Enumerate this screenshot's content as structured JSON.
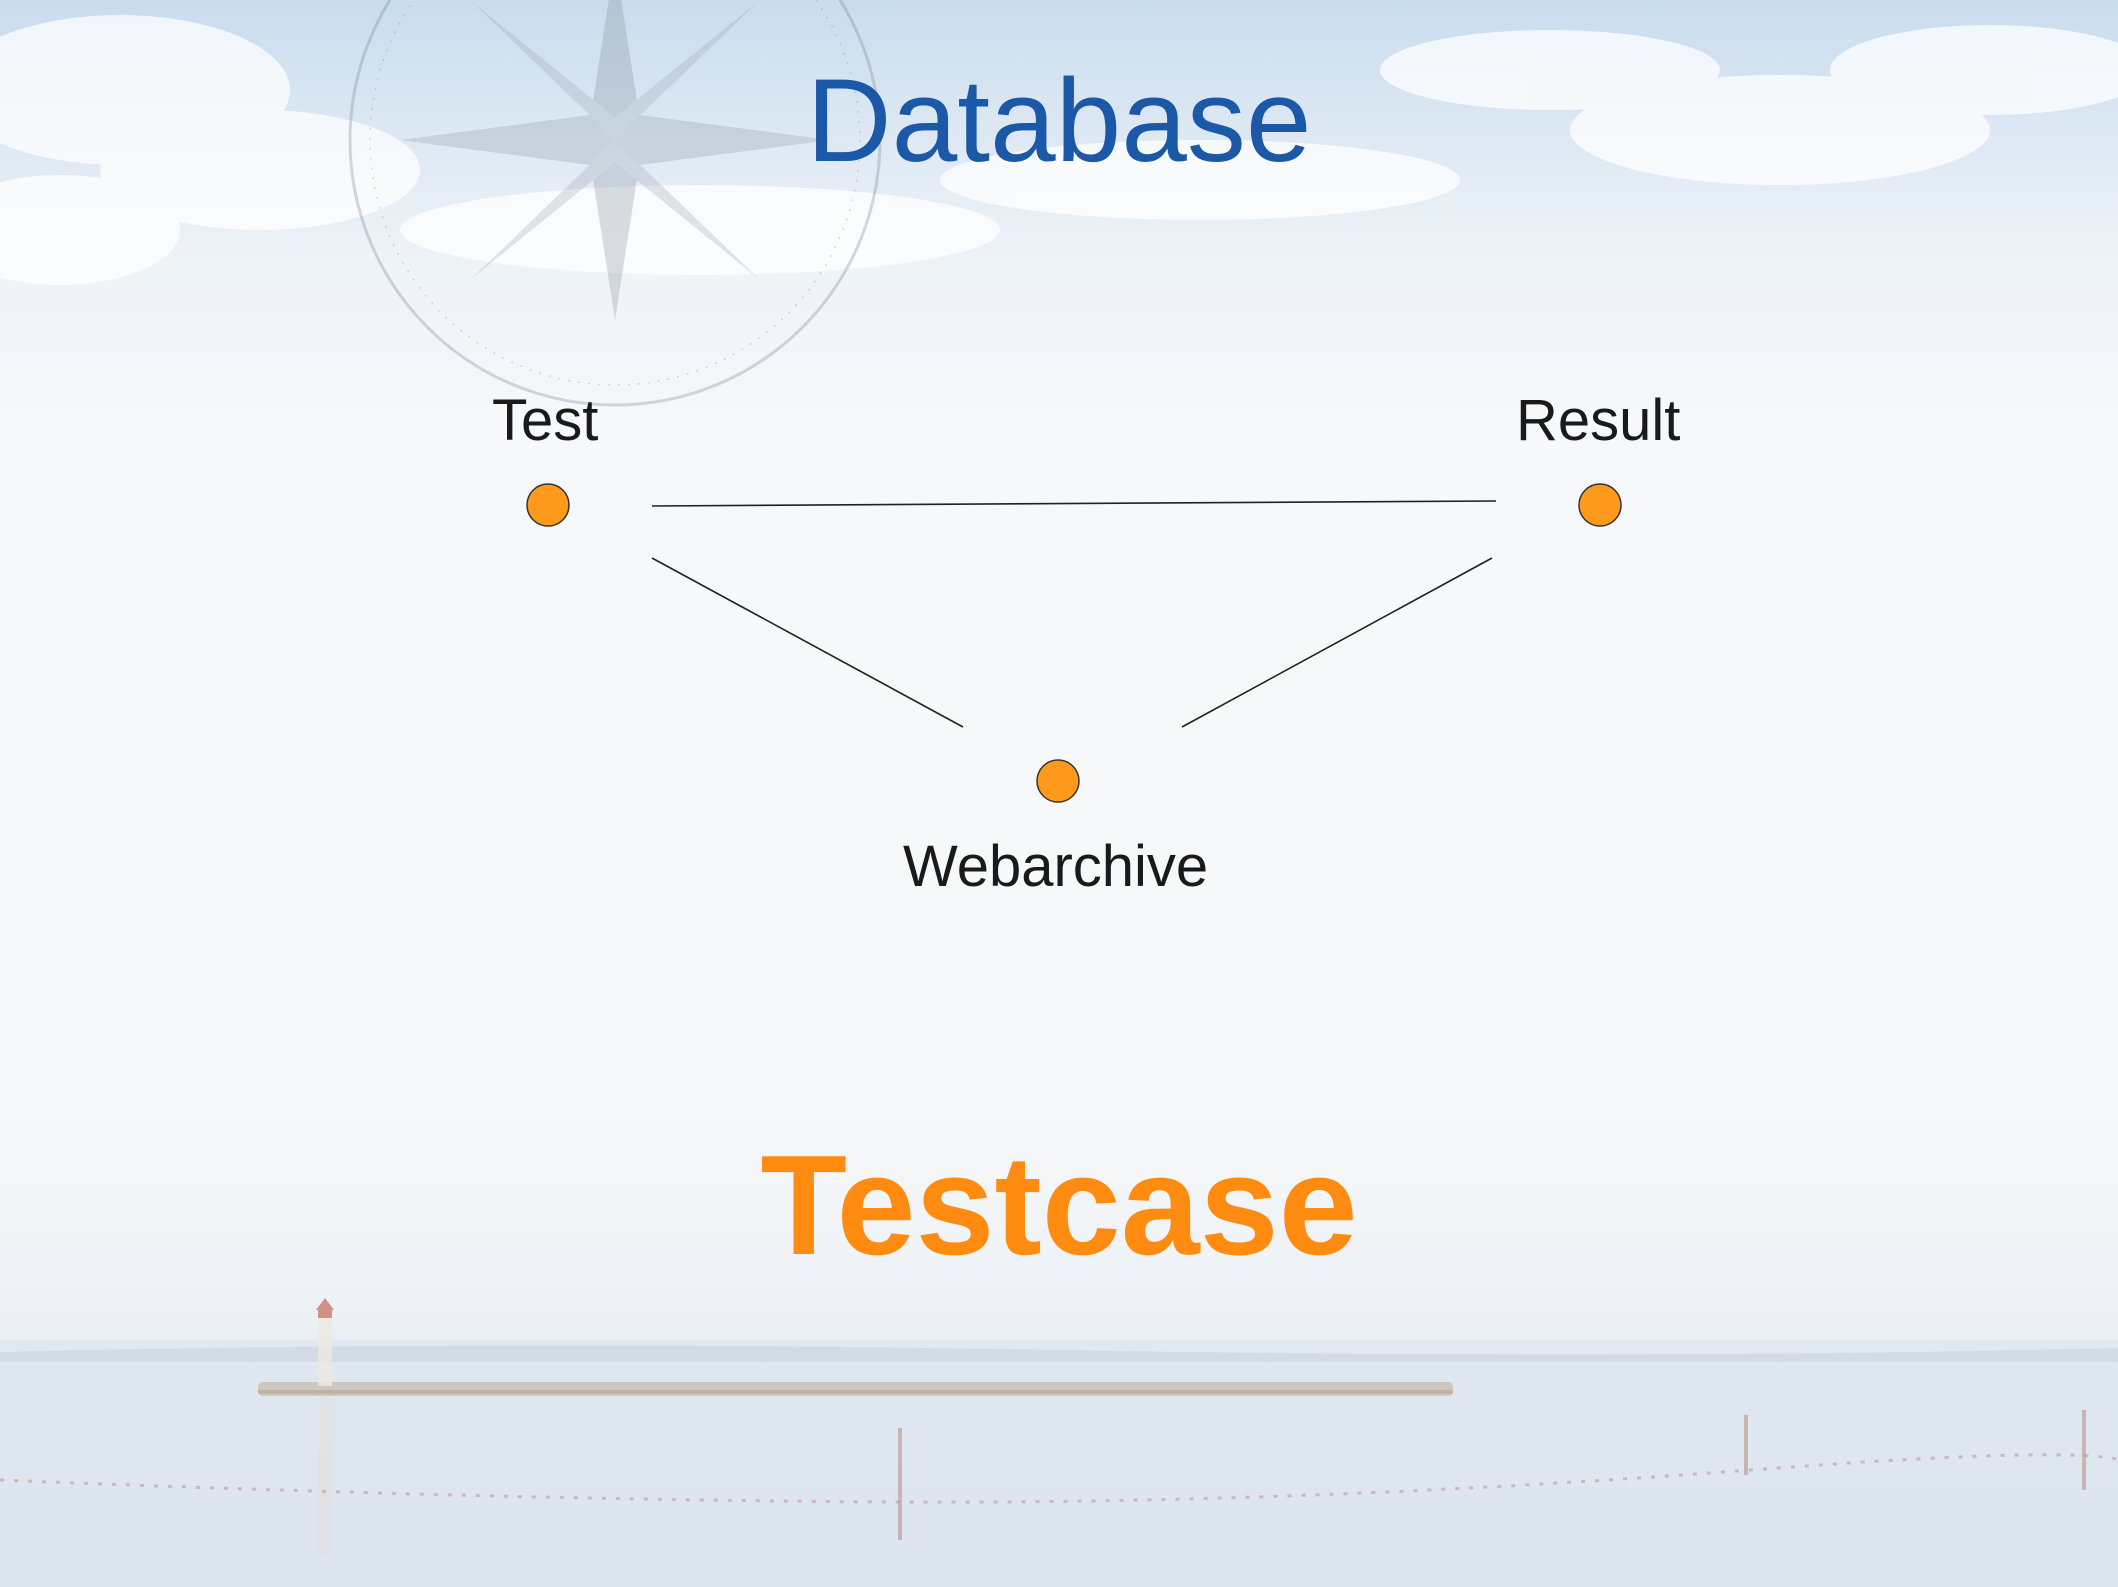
{
  "slide": {
    "title": "Database",
    "subtitle": "Testcase"
  },
  "diagram": {
    "nodes": [
      {
        "id": "test",
        "label": "Test"
      },
      {
        "id": "result",
        "label": "Result"
      },
      {
        "id": "webarchive",
        "label": "Webarchive"
      }
    ],
    "edges": [
      {
        "from": "test",
        "to": "result"
      },
      {
        "from": "test",
        "to": "webarchive"
      },
      {
        "from": "result",
        "to": "webarchive"
      }
    ]
  },
  "colors": {
    "title": "#1c58a8",
    "subtitle": "#ff8c10",
    "node_fill": "#ff9a1c",
    "edge": "#222222"
  }
}
